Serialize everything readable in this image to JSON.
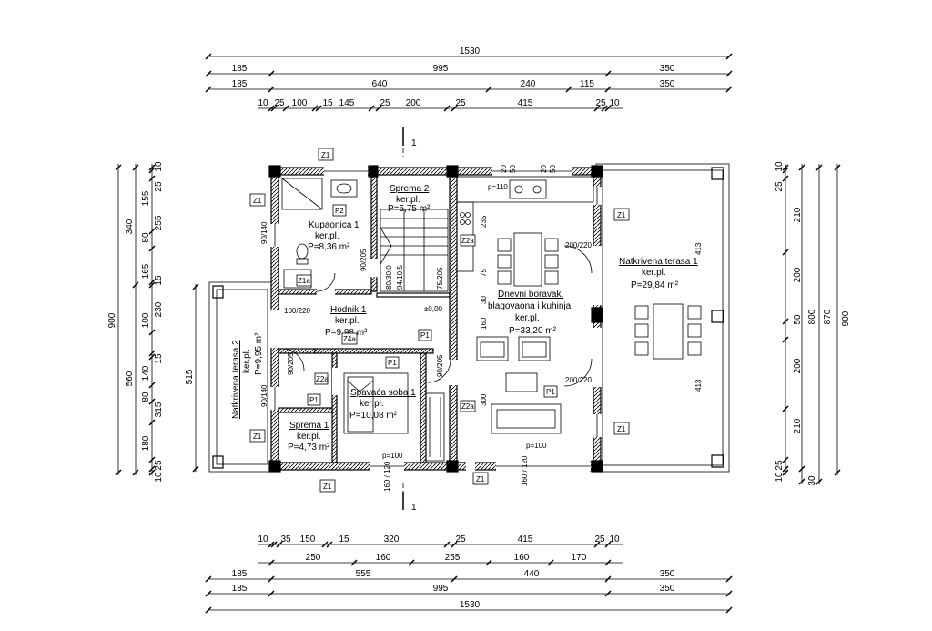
{
  "dims_top": {
    "r1": [
      "1530"
    ],
    "r2": [
      "185",
      "995",
      "350"
    ],
    "r3": [
      "185",
      "640",
      "240",
      "115",
      "350"
    ],
    "r4": [
      "10",
      "25",
      "100",
      "15",
      "145",
      "25",
      "200",
      "25",
      "415",
      "25",
      "10"
    ]
  },
  "dims_bottom": {
    "r1": [
      "10",
      "35",
      "150",
      "15",
      "320",
      "25",
      "415",
      "25",
      "10"
    ],
    "r2": [
      "250",
      "160",
      "255",
      "160",
      "170"
    ],
    "r3": [
      "185",
      "555",
      "440",
      "350"
    ],
    "r4": [
      "185",
      "995",
      "350"
    ],
    "r5": [
      "1530"
    ]
  },
  "dims_left": {
    "c1": [
      "900"
    ],
    "c2": [
      "340",
      "560"
    ],
    "c3": [
      "10",
      "25",
      "155",
      "255",
      "80",
      "165",
      "15",
      "230",
      "100",
      "15",
      "140",
      "80",
      "315",
      "180",
      "25",
      "10"
    ],
    "c4": [
      "515"
    ]
  },
  "dims_right": {
    "c1": [
      "10",
      "25",
      "210",
      "200",
      "50",
      "200",
      "210",
      "25",
      "10"
    ],
    "c2": [
      "800",
      "30"
    ],
    "c3": [
      "870"
    ],
    "c4": [
      "900"
    ]
  },
  "section": {
    "label": "1"
  },
  "rooms": {
    "kupaonica": {
      "name": "Kupaonica 1",
      "floor": "ker.pl.",
      "area": "P=8,36 m²"
    },
    "sprema2": {
      "name": "Sprema 2",
      "floor": "ker.pl.",
      "area": "P=5,75 m²"
    },
    "hodnik": {
      "name": "Hodnik 1",
      "floor": "ker.pl.",
      "area": "P=9,98 m²"
    },
    "spavaca": {
      "name": "Spavaća soba 1",
      "floor": "ker.pl.",
      "area": "P=10,08 m²"
    },
    "sprema1": {
      "name": "Sprema 1",
      "floor": "ker.pl.",
      "area": "P=4,73 m²"
    },
    "dnevni": {
      "name1": "Dnevni boravak,",
      "name2": "blagovaona i kuhinja",
      "floor": "ker.pl.",
      "area": "P=33,20 m²"
    },
    "terasa1": {
      "name": "Natkrivena terasa 1",
      "floor": "ker.pl.",
      "area": "P=29,84 m²"
    },
    "terasa2": {
      "name": "Natkrivena terasa 2",
      "floor": "ker.pl.",
      "area": "P=9,95 m²"
    }
  },
  "marks": {
    "z1": "Z1",
    "z1a": "Z1a",
    "z2a": "Z2a",
    "z4a": "Z4a",
    "p1": "P1",
    "p2": "P2",
    "p110": "p=110",
    "p100": "p=100",
    "level": "±0,00",
    "door100220": "100/220",
    "door200220": "200/220",
    "door90205": "90/205",
    "door75205": "75/205",
    "d160120": "160 / 120",
    "d140": "90/140",
    "d8030": "80/30,0",
    "d9410": "94/10,5",
    "v235": "235",
    "v75": "75",
    "v30": "30",
    "v160": "160",
    "v300": "300",
    "v413": "413",
    "v20": "20",
    "v50": "50"
  }
}
